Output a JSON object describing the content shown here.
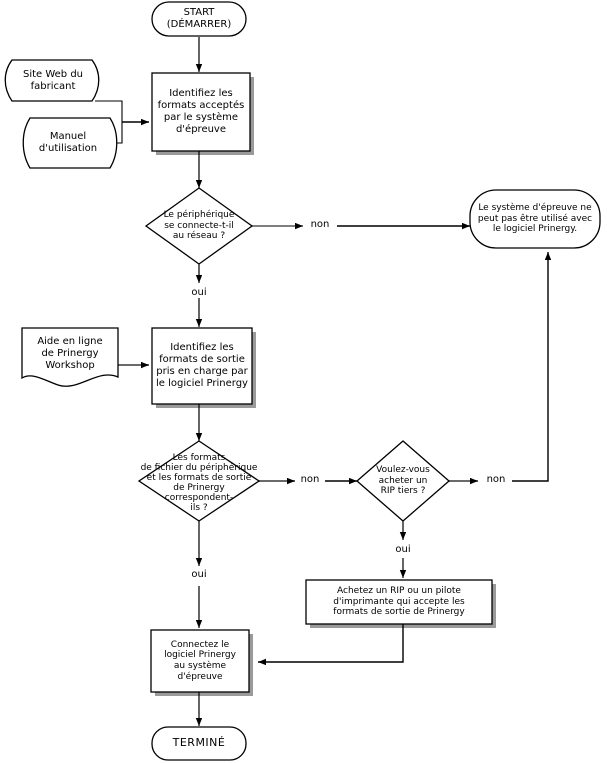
{
  "diagram": {
    "title": "Prinergy proofing system flowchart",
    "language": "fr",
    "colors": {
      "stroke": "#000000",
      "fill": "#ffffff",
      "shadow": "#808080",
      "text": "#000000",
      "connector": "#555555"
    }
  },
  "nodes": {
    "start": {
      "type": "terminator",
      "label": "START\n(DÉMARRER)"
    },
    "doc_site_web": {
      "type": "document-tape",
      "label": "Site Web du\nfabricant"
    },
    "doc_manuel": {
      "type": "document-tape",
      "label": "Manuel\nd'utilisation"
    },
    "process_identifiez_formats_acceptes": {
      "type": "process",
      "label": "Identifiez les\nformats acceptés\npar le système\nd'épreuve"
    },
    "decision_peripherique_reseau": {
      "type": "decision",
      "label": "Le périphérique\nse connecte-t-il\nau réseau ?"
    },
    "terminator_non_utilisable": {
      "type": "terminator",
      "label": "Le système d'épreuve ne\npeut pas être utilisé avec\nle logiciel Prinergy."
    },
    "doc_aide_en_ligne": {
      "type": "document-wave",
      "label": "Aide en ligne\nde Prinergy\nWorkshop"
    },
    "process_identifiez_formats_sortie": {
      "type": "process",
      "label": "Identifiez les\nformats de sortie\npris en charge par\nle logiciel Prinergy"
    },
    "decision_formats_correspondent": {
      "type": "decision",
      "label": "Les formats\nde fichier du périphérique\net les formats de sortie\nde Prinergy\ncorrespondent-\nils ?"
    },
    "decision_acheter_rip": {
      "type": "decision",
      "label": "Voulez-vous\nacheter un\nRIP tiers ?"
    },
    "process_achetez_rip": {
      "type": "process",
      "label": "Achetez un RIP ou un pilote\nd'imprimante qui accepte les\nformats de sortie de Prinergy"
    },
    "process_connectez": {
      "type": "process",
      "label": "Connectez le\nlogiciel Prinergy\nau système\nd'épreuve"
    },
    "end": {
      "type": "terminator",
      "label": "TERMINÉ"
    }
  },
  "edge_labels": {
    "reseau_non": "non",
    "reseau_oui": "oui",
    "formats_non": "non",
    "formats_oui": "oui",
    "rip_non": "non",
    "rip_oui": "oui"
  }
}
